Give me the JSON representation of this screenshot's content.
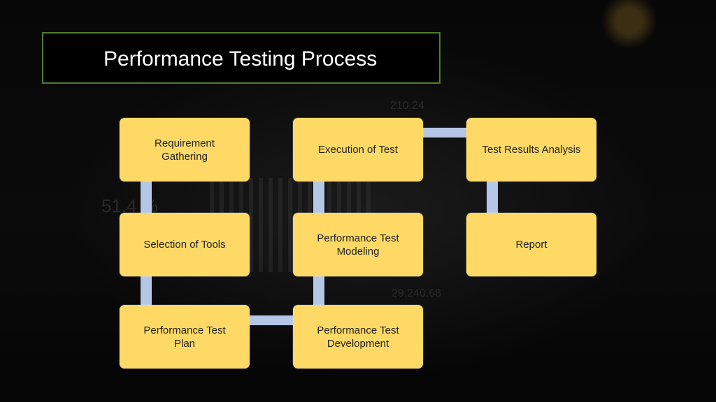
{
  "title": "Performance Testing Process",
  "background_text": [
    "210.24",
    "51.4 %",
    "29,240.68"
  ],
  "nodes": {
    "requirement": "Requirement Gathering",
    "selection": "Selection of Tools",
    "plan": "Performance Test Plan",
    "development": "Performance Test Development",
    "modeling": "Performance Test Modeling",
    "execution": "Execution of Test",
    "analysis": "Test Results Analysis",
    "report": "Report"
  },
  "flow": [
    "requirement",
    "selection",
    "plan",
    "development",
    "modeling",
    "execution",
    "analysis",
    "report"
  ],
  "colors": {
    "node_fill": "#ffd966",
    "connector": "#b4c7e7",
    "title_border": "#4f7d2c",
    "background": "#050505"
  }
}
